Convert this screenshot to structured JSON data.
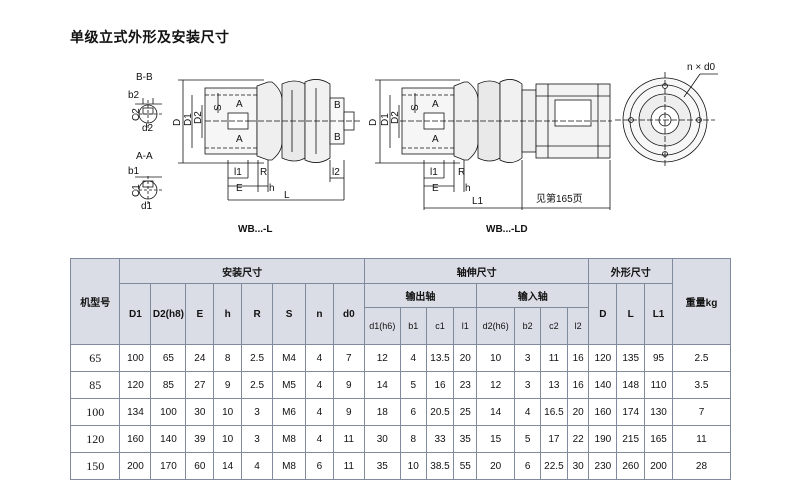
{
  "page_title": "单级立式外形及安装尺寸",
  "drawing_labels": {
    "section_bb": "B-B",
    "section_aa": "A-A",
    "b2": "b2",
    "c2": "C2",
    "d2": "d2",
    "b1": "b1",
    "c1": "C1",
    "d1": "d1",
    "D": "D",
    "D1": "D1",
    "D2": "D2",
    "S": "S",
    "A": "A",
    "B": "B",
    "l1": "l1",
    "l2": "l2",
    "R": "R",
    "E": "E",
    "h": "h",
    "L": "L",
    "L1": "L1",
    "see_page": "见第165页",
    "n_d0": "n × d0",
    "caption_l": "WB...-L",
    "caption_ld": "WB...-LD"
  },
  "table": {
    "model_header": "机型号",
    "group_install": "安装尺寸",
    "group_shaft": "轴伸尺寸",
    "group_outline": "外形尺寸",
    "weight_header": "重量kg",
    "output_shaft": "输出轴",
    "input_shaft": "输入轴",
    "install_cols": [
      "D1",
      "D2(h8)",
      "E",
      "h",
      "R",
      "S",
      "n",
      "d0"
    ],
    "output_cols": [
      "d1(h6)",
      "b1",
      "c1",
      "l1"
    ],
    "input_cols": [
      "d2(h6)",
      "b2",
      "c2",
      "l2"
    ],
    "outline_cols": [
      "D",
      "L",
      "L1"
    ],
    "rows": [
      [
        "65",
        "100",
        "65",
        "24",
        "8",
        "2.5",
        "M4",
        "4",
        "7",
        "12",
        "4",
        "13.5",
        "20",
        "10",
        "3",
        "11",
        "16",
        "120",
        "135",
        "95",
        "2.5"
      ],
      [
        "85",
        "120",
        "85",
        "27",
        "9",
        "2.5",
        "M5",
        "4",
        "9",
        "14",
        "5",
        "16",
        "23",
        "12",
        "3",
        "13",
        "16",
        "140",
        "148",
        "110",
        "3.5"
      ],
      [
        "100",
        "134",
        "100",
        "30",
        "10",
        "3",
        "M6",
        "4",
        "9",
        "18",
        "6",
        "20.5",
        "25",
        "14",
        "4",
        "16.5",
        "20",
        "160",
        "174",
        "130",
        "7"
      ],
      [
        "120",
        "160",
        "140",
        "39",
        "10",
        "3",
        "M8",
        "4",
        "11",
        "30",
        "8",
        "33",
        "35",
        "15",
        "5",
        "17",
        "22",
        "190",
        "215",
        "165",
        "11"
      ],
      [
        "150",
        "200",
        "170",
        "60",
        "14",
        "4",
        "M8",
        "6",
        "11",
        "35",
        "10",
        "38.5",
        "55",
        "20",
        "6",
        "22.5",
        "30",
        "230",
        "260",
        "200",
        "28"
      ]
    ]
  }
}
